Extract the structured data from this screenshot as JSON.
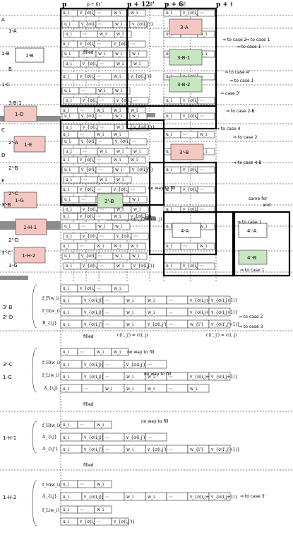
{
  "top": {
    "p": "p",
    "p6": "p + 6ℓ'",
    "p12": "p + 12ℓ'",
    "p6l": "p + 6ℓ",
    "pl": "p + ℓ"
  },
  "case_boxes": {
    "red": [
      "3-A",
      "1-D",
      "1-E",
      "3'-B",
      "1-G",
      "1-H-1",
      "1-H-2"
    ],
    "green": [
      "3-B-1",
      "3-B-2",
      "2'-B",
      "4'-B"
    ],
    "white": [
      "1-B",
      "4-A",
      "4'-A"
    ]
  },
  "left_labels": [
    "A",
    "1-A",
    "1-B",
    "B",
    "1-C",
    "3-B-1",
    "C",
    "2'-A",
    "D",
    "2'-B",
    "E",
    "2'-C",
    "3'-B",
    "2'-D",
    "3'-C",
    "1-G",
    "1-H-1",
    "1-H-2"
  ],
  "cases": {
    "c2": "⇒ to case 2",
    "c1": "⇒ to case 1",
    "c4p": "⇒ to case 4'",
    "c3p": "⇒ case 3'",
    "c2b": "⇒ to case 2-B",
    "c4": "⇒ to case 4",
    "c4b": "⇒ to case 4-B",
    "c3": "⇒ to case 3",
    "c3p2": "⇒ to case 3'"
  },
  "labels": {
    "filled": "filled",
    "noway": "no way to fill",
    "samefor": "same for",
    "and": "and",
    "eq1": "c(i', j') = c(i, j)",
    "Aij": "A_{i,j}",
    "Bij": "B_{i,j}",
    "Aijp": "A_{i,j'}",
    "fH": "f_H(w_i)",
    "fL": "f_L(w_i)",
    "fF": "f_F(w_i)",
    "fG": "f_G(w_i)"
  },
  "rows": {
    "r1": [
      "u_i",
      "v_{σ(i,j)}",
      "⋯",
      "w_i",
      "w_i",
      "⋯",
      "v_{σ(i,j+1)}",
      "v_{σ(i,j+1)}"
    ],
    "r2": [
      "u_i",
      "v_{σ(i,j')}",
      "⋯",
      "w_i",
      "v_{σ(i,j')}",
      "⋯",
      "w_{i'}",
      "v_{σ(i',j'+1)}"
    ],
    "r3": [
      "u_i",
      "⋯",
      "w_i",
      "w_i"
    ],
    "r4": [
      "u_i",
      "v_{σ(i,j)}",
      "⋯",
      "v_{σ(i,j')}",
      "⋯"
    ],
    "r5": [
      "u_i",
      "⋯",
      "w_i",
      "w_i",
      "w_i",
      "⋯",
      "w_i"
    ]
  }
}
